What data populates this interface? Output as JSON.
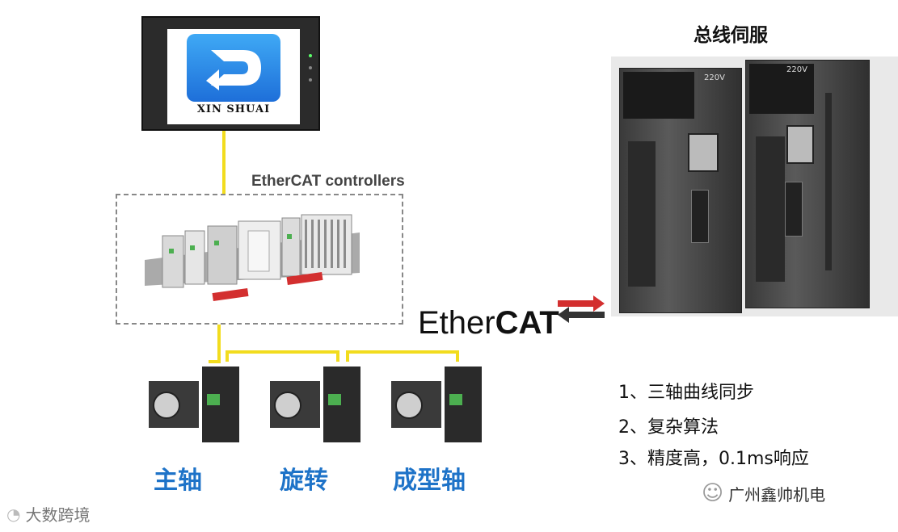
{
  "hmi": {
    "brand": "XIN SHUAI"
  },
  "controllers": {
    "label": "EtherCAT controllers"
  },
  "ethercat_logo": {
    "part1": "Ether",
    "part2": "CAT"
  },
  "servo": {
    "title": "总线伺服",
    "voltage": "220V"
  },
  "features": [
    "1、三轴曲线同步",
    "2、复杂算法",
    "3、精度高，0.1ms响应"
  ],
  "motors": [
    "主轴",
    "旋转",
    "成型轴"
  ],
  "watermarks": {
    "left": "大数跨境",
    "right": "广州鑫帅机电"
  },
  "colors": {
    "bus_line": "#f2dc1e",
    "motor_label": "#1e73c8"
  }
}
